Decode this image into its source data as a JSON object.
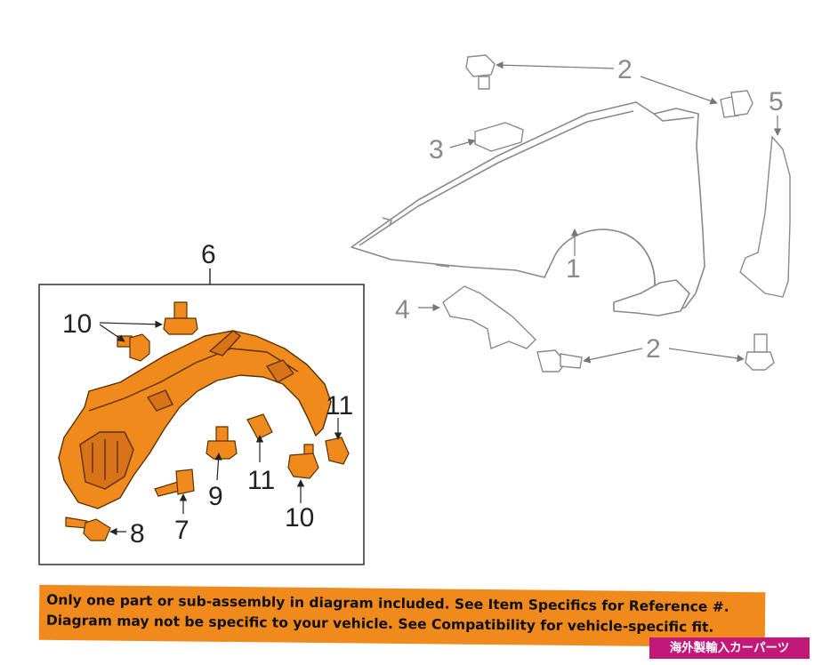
{
  "callouts": {
    "c1": "1",
    "c2a": "2",
    "c2b": "2",
    "c3": "3",
    "c4": "4",
    "c5": "5",
    "c6": "6",
    "c7": "7",
    "c8": "8",
    "c9": "9",
    "c10a": "10",
    "c10b": "10",
    "c11a": "11",
    "c11b": "11"
  },
  "notice": {
    "line1": "Only one part or sub-assembly in diagram included. See Item Specifics for Reference #.",
    "line2": "Diagram may not be specific to your vehicle. See Compatibility for vehicle-specific fit."
  },
  "badge": "海外製輸入カーパーツ",
  "colors": {
    "highlight_part": "#f08a1c",
    "notice_background": "#f08a1c",
    "badge_background": "#c2187a",
    "line_art": "#8a8a8a"
  }
}
